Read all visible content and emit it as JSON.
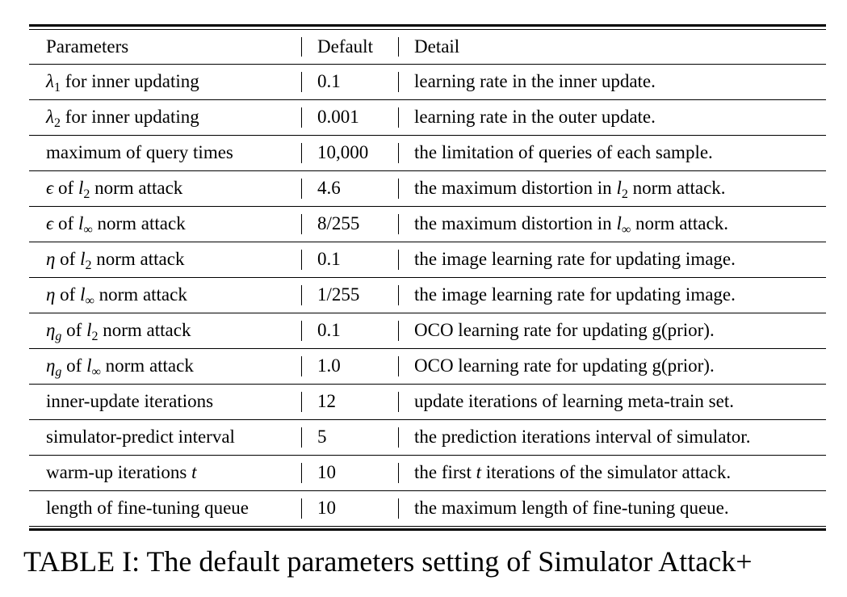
{
  "table": {
    "headers": [
      "Parameters",
      "Default",
      "Detail"
    ],
    "rows": [
      {
        "param": "λ₁ for inner updating",
        "default": "0.1",
        "detail": "learning rate in the inner update."
      },
      {
        "param": "λ₂ for inner updating",
        "default": "0.001",
        "detail": "learning rate in the outer update."
      },
      {
        "param": "maximum of query times",
        "default": "10,000",
        "detail": "the limitation of queries of each sample."
      },
      {
        "param": "ϵ of l₂ norm attack",
        "default": "4.6",
        "detail": "the maximum distortion in l₂ norm attack."
      },
      {
        "param": "ϵ of l∞ norm attack",
        "default": "8/255",
        "detail": "the maximum distortion in l∞ norm attack."
      },
      {
        "param": "η of l₂ norm attack",
        "default": "0.1",
        "detail": "the image learning rate for updating image."
      },
      {
        "param": "η of l∞ norm attack",
        "default": "1/255",
        "detail": "the image learning rate for updating image."
      },
      {
        "param": "ηg of l₂ norm attack",
        "default": "0.1",
        "detail": "OCO learning rate for updating g(prior)."
      },
      {
        "param": "ηg of l∞ norm attack",
        "default": "1.0",
        "detail": "OCO learning rate for updating g(prior)."
      },
      {
        "param": "inner-update iterations",
        "default": "12",
        "detail": "update iterations of learning meta-train set."
      },
      {
        "param": "simulator-predict interval",
        "default": "5",
        "detail": "the prediction iterations interval of simulator."
      },
      {
        "param": "warm-up iterations t",
        "default": "10",
        "detail": "the first t iterations of the simulator attack."
      },
      {
        "param": "length of fine-tuning queue",
        "default": "10",
        "detail": "the maximum length of fine-tuning queue."
      }
    ]
  },
  "caption": "TABLE I: The default parameters setting of Simulator Attack+"
}
